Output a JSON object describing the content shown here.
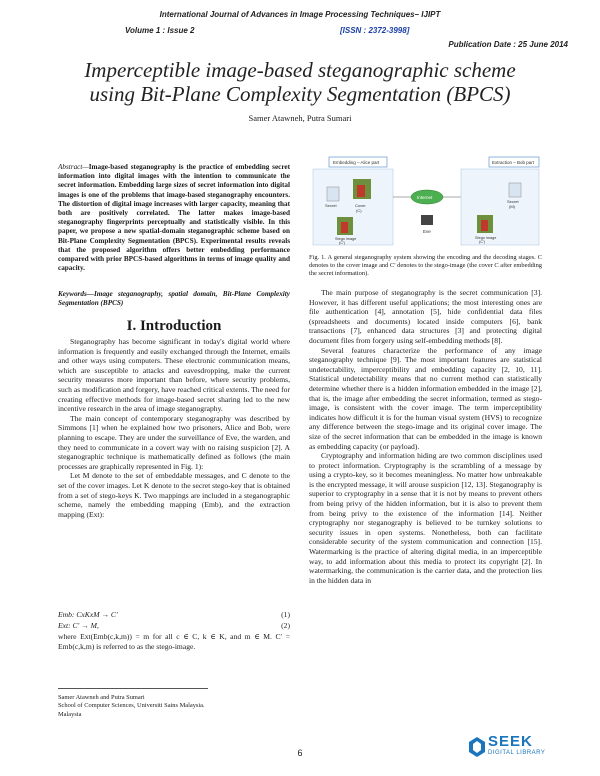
{
  "header": {
    "journal": "International Journal of Advances in Image Processing Techniques– IJIPT",
    "volume": "Volume 1 : Issue 2",
    "issn": "[ISSN : 2372-3998]",
    "pub_date": "Publication Date : 25 June 2014"
  },
  "title_line1": "Imperceptible image-based steganographic scheme",
  "title_line2": "using Bit-Plane Complexity Segmentation (BPCS)",
  "authors": "Samer Atawneh, Putra Sumari",
  "abstract": "Image-based steganography is the practice of embedding secret information into digital images with the intention to communicate the secret information. Embedding large sizes of secret information into digital images is one of the problems that image-based steganography encounters. The distortion of digital image increases with larger capacity, meaning that both are positively correlated. The latter makes image-based steganography fingerprints perceptually and statistically visible. In this paper, we propose a new spatial-domain steganographic scheme based on Bit-Plane Complexity Segmentation (BPCS). Experimental results reveals that the proposed algorithm offers better embedding performance compared with prior BPCS-based algorithms in terms of image quality and capacity.",
  "abstract_label": "Abstract—",
  "keywords": "Keywords—Image steganography, spatial domain, Bit-Plane Complexity Segmentation (BPCS)",
  "section_heading": "I.    Introduction",
  "intro_p1": "Steganography has become significant in today's digital world where information is frequently and easily exchanged through the Internet, emails and other ways using computers. These electronic communication means, which are susceptible to attacks and eavesdropping, make the current security measures more important than before, where security problems, such as modification and forgery, have reached critical extents. The need for creating effective methods for image-based secret sharing led to the new incentive research in the area of image steganography.",
  "intro_p2": "The main concept of contemporary steganography was described by Simmons [1] when he explained how two prisoners, Alice and Bob, were planning to escape. They are under the surveillance of Eve, the warden, and they need to communicate in a covert way with no raising suspicion [2]. A steganographic technique is mathematically defined as follows (the main processes are graphically represented in Fig. 1):",
  "intro_p3": "Let M denote to the set of embeddable messages, and C denote to the set of the cover images. Let K denote to the secret stego-key that is obtained from a set of stego-keys K. Two mappings are included in a steganographic scheme, namely the embedding mapping (Emb), and the extraction mapping (Ext):",
  "eq1": "Emb: CxKxM → C′",
  "eq1_num": "(1)",
  "eq2": "Ext: C′ → M,",
  "eq2_num": "(2)",
  "eq_where": "where Ext(Emb(c,k,m)) = m for all c ∈ C, k ∈ K, and m ∈ M. C′ = Emb(c,k,m) is referred to as the stego-image.",
  "footnote": [
    "Samer Atawneh and Putra Sumari",
    "School of Computer Sciences, Universiti Sains Malaysia.",
    "Malaysia"
  ],
  "figure": {
    "embed_label": "Embedding – Alice part",
    "extract_label": "Extraction – Bob part",
    "secret": "Secret",
    "cover": "Cover",
    "cover_c": "(C)",
    "stego": "Stego image",
    "stego_c": "(C′)",
    "internet": "Internet",
    "eve": "Eve",
    "secret_m": "(M)"
  },
  "fig_caption": "Fig. 1.  A general steganography system showing the encoding and the decoding stages. C denotes to the cover image and C′ denotes to the stego-image (the cover C after embedding the secret information).",
  "right_p1": "The main purpose of steganography is the secret communication [3]. However, it has different useful applications; the most interesting ones are file authentication [4], annotation [5], hide confidential data files (spreadsheets and documents) located inside computers [6], bank transactions [7], enhanced data structures [3] and protecting digital document files from forgery using self-embedding methods [8].",
  "right_p2": "Several features characterize the performance of any image steganography technique [9]. The most important features are statistical undetectability, imperceptibility and embedding capacity [2, 10, 11]. Statistical undetectability means that no current method can statistically determine whether there is a hidden information embedded in the image [2], that is, the image after embedding the secret information, termed as stego-image, is consistent with the cover image. The term imperceptibility indicates how difficult it is for the human visual system (HVS) to recognize any difference between the stego-image and its original cover image. The size of the secret information that can be embedded in the image is known as embedding capacity (or payload).",
  "right_p3": "Cryptography and information hiding are two common disciplines used to protect information. Cryptography is the scrambling of a message by using a crypto-key, so it becomes meaningless. No matter how unbreakable is the encrypted message, it will arouse suspicion [12, 13]. Steganography is superior to cryptography in a sense that it is not by means to prevent others from being privy of the hidden information, but it is also to prevent them from being privy to the existence of the information [14]. Neither cryptography nor steganography is believed to be turnkey solutions to security issues in open systems. Nonetheless, both can facilitate considerable security of the system communication and connection [15]. Watermarking is the practice of altering digital media, in an imperceptible way, to add information about this media to protect its copyright [2]. In watermarking, the communication is the carrier data, and the protection lies in the hidden data in",
  "page_number": "6",
  "logo": {
    "line1": "SEEK",
    "line2": "DIGITAL LIBRARY"
  }
}
